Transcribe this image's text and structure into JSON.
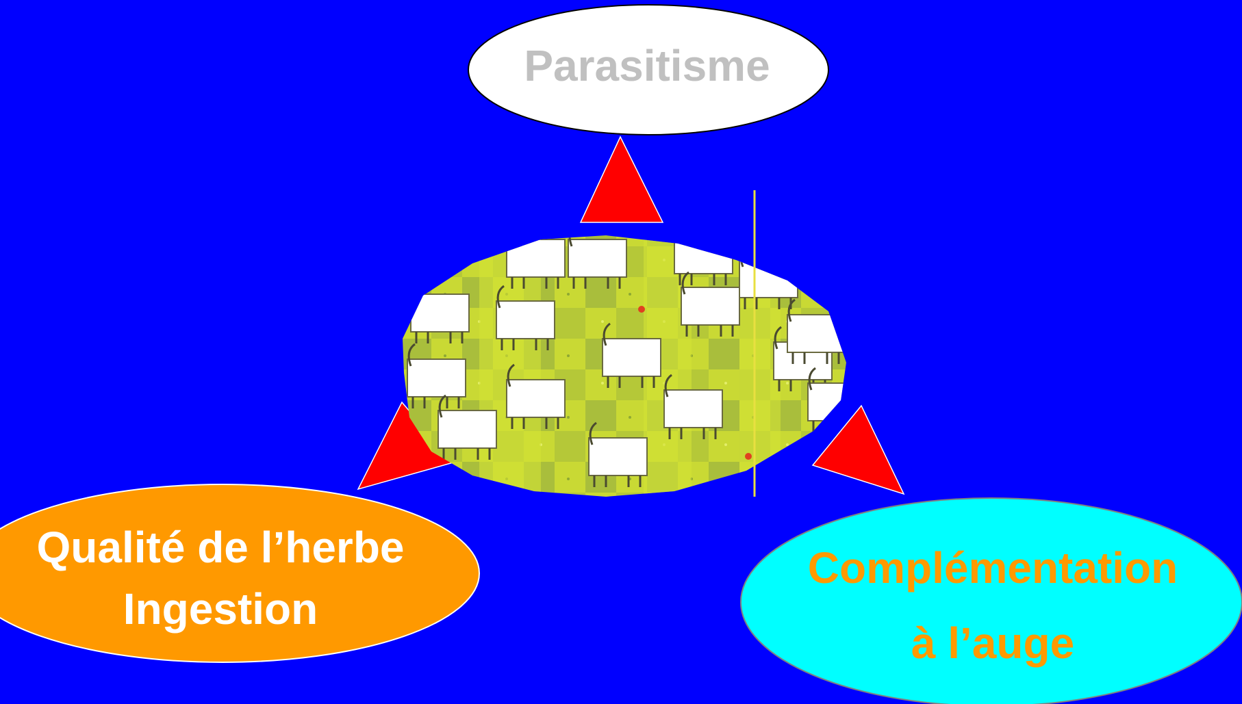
{
  "background_color": "#0000ff",
  "top_node": {
    "label": "Parasitisme",
    "fill": "#ffffff",
    "text_color": "#c0c0c0"
  },
  "left_node": {
    "line1": "Qualité de l’herbe",
    "line2": "Ingestion",
    "fill": "#ff9900",
    "text_color": "#ffffff"
  },
  "right_node": {
    "line1": "Complémentation",
    "line2": "à l’auge",
    "fill": "#00ffff",
    "text_color": "#ff9900"
  },
  "arrow_color": "#ff0000",
  "center_image": {
    "subject": "sheep-grazing-illustration",
    "grass_color": "#c8d835",
    "sheep_color": "#ffffff"
  }
}
